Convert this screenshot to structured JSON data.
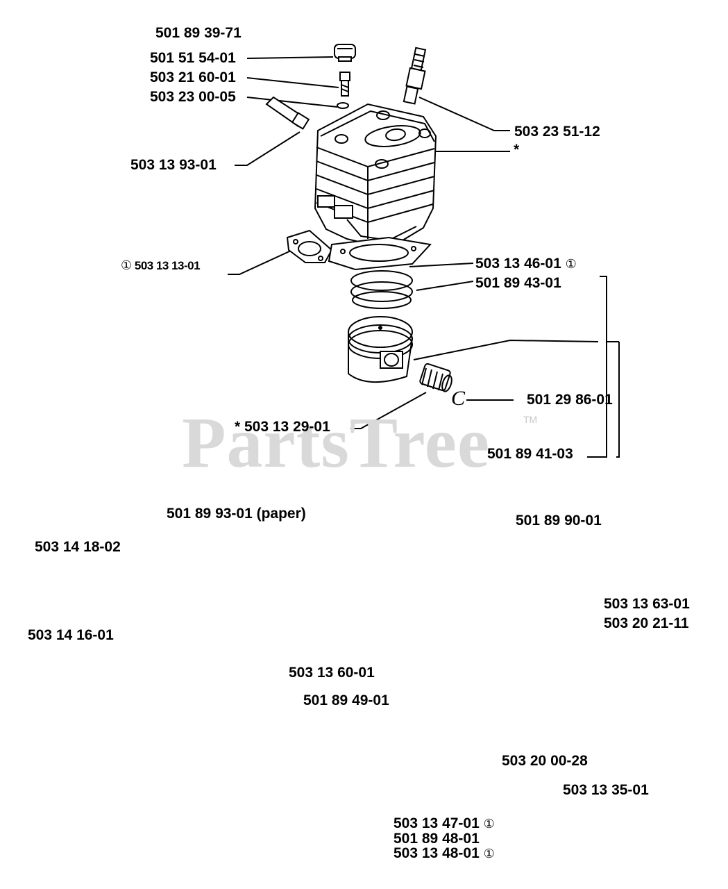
{
  "watermark": {
    "text": "PartsTree",
    "tm": "TM"
  },
  "labels": {
    "l1": "501 89 39-71",
    "l2": "501 51 54-01",
    "l3": "503 21 60-01",
    "l4": "503 23 00-05",
    "l5": "503 13 93-01",
    "l6": "503 23 51-12",
    "l7": "*",
    "l8": "503 13 13-01",
    "l9": "503 13 46-01",
    "l10": "501 89 43-01",
    "l11": "501 29 86-01",
    "l12": "* 503 13 29-01",
    "l13": "501 89 41-03",
    "l14": "501 89 93-01 (paper)",
    "l15": "501 89 90-01",
    "l16": "503 14 18-02",
    "l17": "503 13 63-01",
    "l18": "503 20 21-11",
    "l19": "503 14 16-01",
    "l20": "503 13 60-01",
    "l21": "501 89 49-01",
    "l22": "503 20 00-28",
    "l23": "503 13 35-01",
    "l24": "503 13 47-01",
    "l25": "501 89 48-01",
    "l26": "503 13 48-01"
  },
  "symbols": {
    "circled_one": "①",
    "clip_glyph": "C"
  }
}
